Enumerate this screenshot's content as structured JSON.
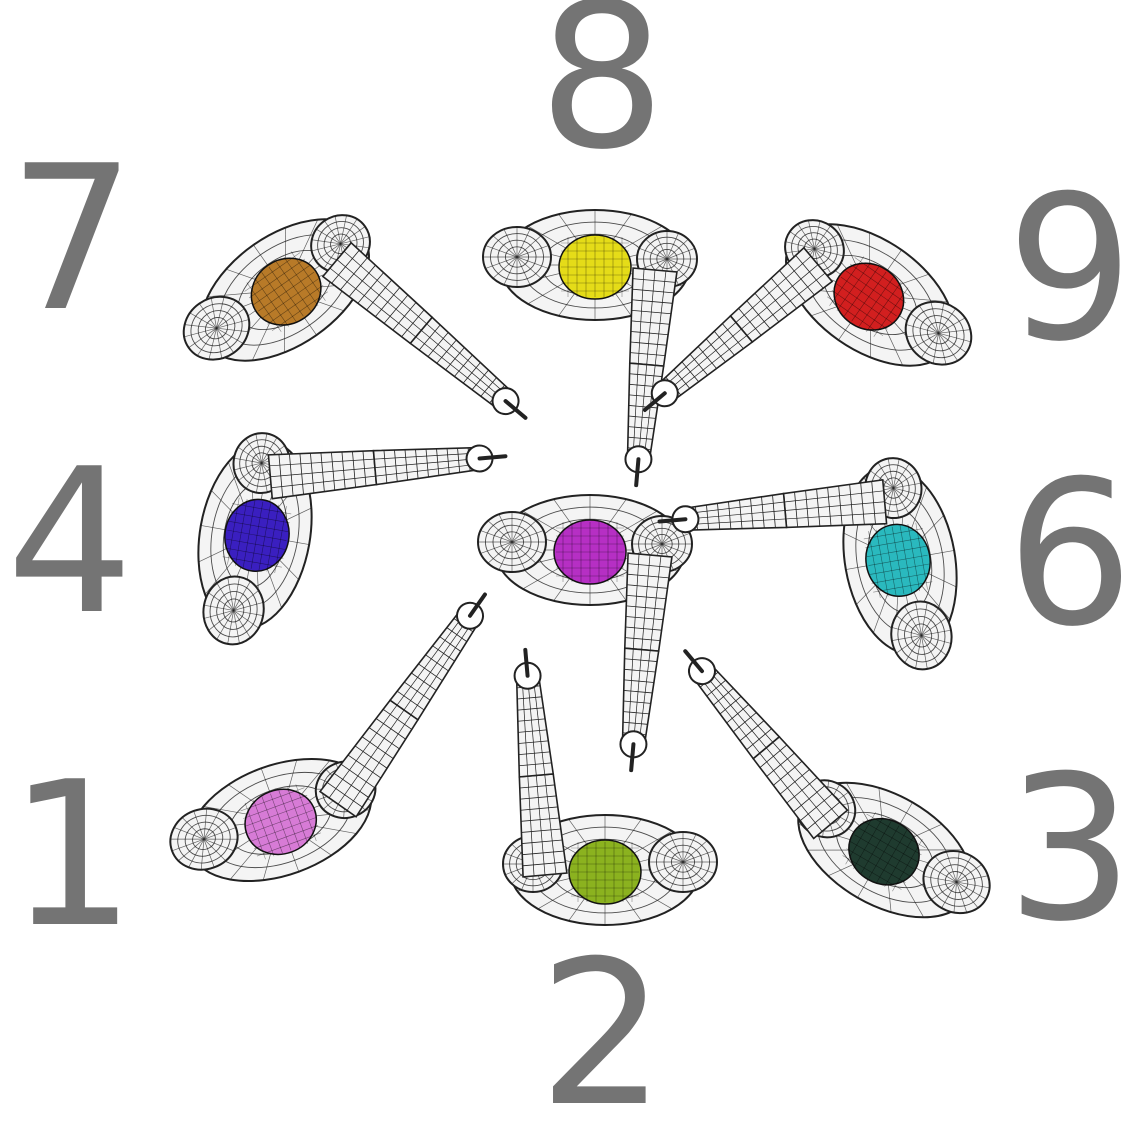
{
  "labels": {
    "n1": "1",
    "n2": "2",
    "n3": "3",
    "n4": "4",
    "n6": "6",
    "n7": "7",
    "n8": "8",
    "n9": "9"
  },
  "figures": [
    {
      "id": "figure-1",
      "position": "1",
      "head_color": "#d77bd6",
      "pointing": "up-right"
    },
    {
      "id": "figure-2",
      "position": "2",
      "head_color": "#8bb21f",
      "pointing": "up"
    },
    {
      "id": "figure-3",
      "position": "3",
      "head_color": "#1f3b2f",
      "pointing": "up-left"
    },
    {
      "id": "figure-4",
      "position": "4",
      "head_color": "#3a1fc0",
      "pointing": "right"
    },
    {
      "id": "figure-5",
      "position": "5",
      "head_color": "#b62fc4",
      "pointing": "down"
    },
    {
      "id": "figure-6",
      "position": "6",
      "head_color": "#2ab9be",
      "pointing": "left"
    },
    {
      "id": "figure-7",
      "position": "7",
      "head_color": "#b87a28",
      "pointing": "down-right"
    },
    {
      "id": "figure-8",
      "position": "8",
      "head_color": "#e5dc18",
      "pointing": "down"
    },
    {
      "id": "figure-9",
      "position": "9",
      "head_color": "#d21f1f",
      "pointing": "down-left"
    }
  ],
  "colors": {
    "label": "#747474",
    "mesh_stroke": "#222222",
    "body_fill": "#f4f4f4"
  }
}
